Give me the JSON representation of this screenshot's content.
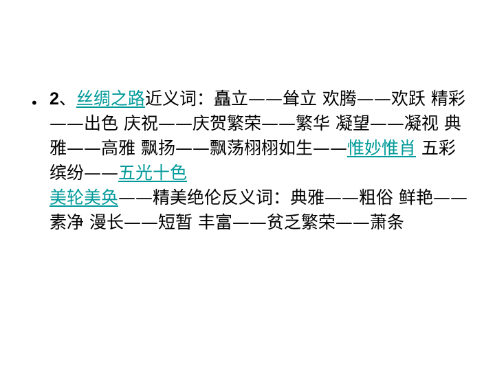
{
  "bullet": "•",
  "colors": {
    "link": "#009999",
    "text": "#000000",
    "background": "#ffffff"
  },
  "content": {
    "number": "2",
    "sep": "、",
    "link_1": "丝绸之路",
    "text_1": "近义词：矗立——耸立 欢腾——欢跃 精彩——出色 庆祝——庆贺繁荣——繁华 凝望——凝视 典雅——高雅 飘扬——飘荡栩栩如生——",
    "link_2": "惟妙惟肖",
    "text_2": " 五彩缤纷——",
    "link_3": "五光十色",
    "link_4": "美轮美奂",
    "text_3": "——精美绝伦反义词：典雅——粗俗 鲜艳——素净 漫长——短暂 丰富——贫乏繁荣——萧条"
  }
}
